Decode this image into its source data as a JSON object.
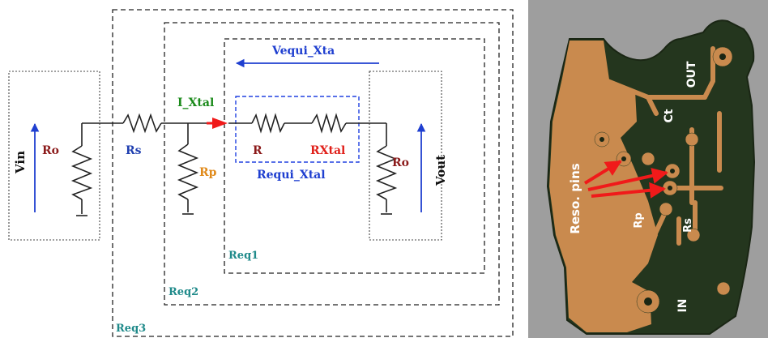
{
  "circuit": {
    "labels": {
      "vin": "Vin",
      "ro_left": "Ro",
      "rs": "Rs",
      "i_xtal": "I_Xtal",
      "rp": "Rp",
      "r": "R",
      "rxtal": "RXtal",
      "requi_xtal": "Requi_Xtal",
      "vequi_xta": "Vequi_Xta",
      "ro_right": "Ro",
      "vout": "Vout",
      "req1": "Req1",
      "req2": "Req2",
      "req3": "Req3"
    },
    "colors": {
      "ro": "#8b1a1a",
      "rs": "#1f3fb0",
      "i_xtal": "#1a8a1a",
      "rp": "#e08a1a",
      "r_red": "#e0201a",
      "req": "#1f8a8a",
      "blue": "#1f3fd0"
    }
  },
  "photo": {
    "labels": {
      "out": "OUT",
      "ct": "Ct",
      "reso_pins": "Reso. pins",
      "rp": "Rp",
      "rs": "Rs",
      "in": "IN"
    },
    "colors": {
      "background": "#9e9e9e",
      "board": "#24361e",
      "copper": "#c98a4e",
      "arrow": "#f01a1a"
    }
  }
}
